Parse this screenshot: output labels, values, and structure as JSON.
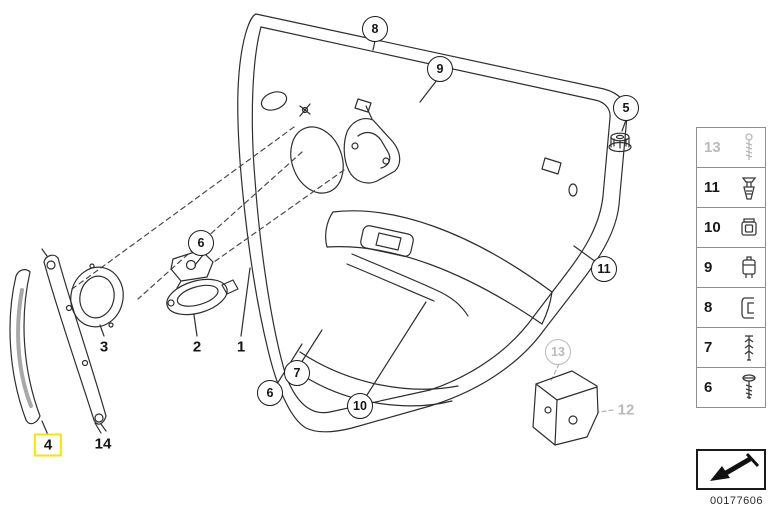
{
  "diagram": {
    "description": "Exploded line drawing of a rear door trim panel with fastener hardware",
    "callouts": [
      {
        "label": "8",
        "style": "circle"
      },
      {
        "label": "9",
        "style": "circle"
      },
      {
        "label": "5",
        "style": "circle"
      },
      {
        "label": "6",
        "style": "circle"
      },
      {
        "label": "11",
        "style": "circle"
      },
      {
        "label": "3",
        "style": "plain"
      },
      {
        "label": "2",
        "style": "plain"
      },
      {
        "label": "1",
        "style": "plain"
      },
      {
        "label": "7",
        "style": "circle"
      },
      {
        "label": "6",
        "style": "circle"
      },
      {
        "label": "10",
        "style": "circle"
      },
      {
        "label": "13",
        "style": "circle-muted"
      },
      {
        "label": "12",
        "style": "plain-muted"
      },
      {
        "label": "14",
        "style": "plain"
      },
      {
        "label": "4",
        "style": "highlight"
      }
    ]
  },
  "legend": {
    "items": [
      {
        "label": "13",
        "muted": true,
        "icon": "long-screw-icon"
      },
      {
        "label": "11",
        "muted": false,
        "icon": "rivet-icon"
      },
      {
        "label": "10",
        "muted": false,
        "icon": "grommet-icon"
      },
      {
        "label": "9",
        "muted": false,
        "icon": "clip-icon"
      },
      {
        "label": "8",
        "muted": false,
        "icon": "clamp-icon"
      },
      {
        "label": "7",
        "muted": false,
        "icon": "expansion-fastener-icon"
      },
      {
        "label": "6",
        "muted": false,
        "icon": "screw-icon"
      }
    ],
    "code": "00177606"
  },
  "colors": {
    "highlight": "#f3e600",
    "muted": "#b9b9b9",
    "line": "#2e2e2e"
  }
}
